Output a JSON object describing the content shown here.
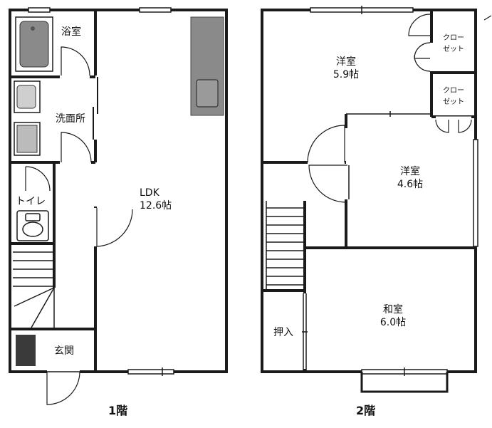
{
  "floor1": {
    "label": "1階",
    "rooms": {
      "bath": "浴室",
      "washroom": "洗面所",
      "toilet": "トイレ",
      "entrance": "玄関",
      "ldk_name": "LDK",
      "ldk_size": "12.6帖"
    }
  },
  "floor2": {
    "label": "2階",
    "rooms": {
      "western1_name": "洋室",
      "western1_size": "5.9帖",
      "western2_name": "洋室",
      "western2_size": "4.6帖",
      "japanese_name": "和室",
      "japanese_size": "6.0帖",
      "closet1_a": "クロー",
      "closet1_b": "ゼット",
      "closet2_a": "クロー",
      "closet2_b": "ゼット",
      "storage": "押入"
    }
  },
  "colors": {
    "wall": "#1a1a1a",
    "fixture": "#8a8a8a",
    "shoe_cabinet": "#3a3a3a"
  }
}
